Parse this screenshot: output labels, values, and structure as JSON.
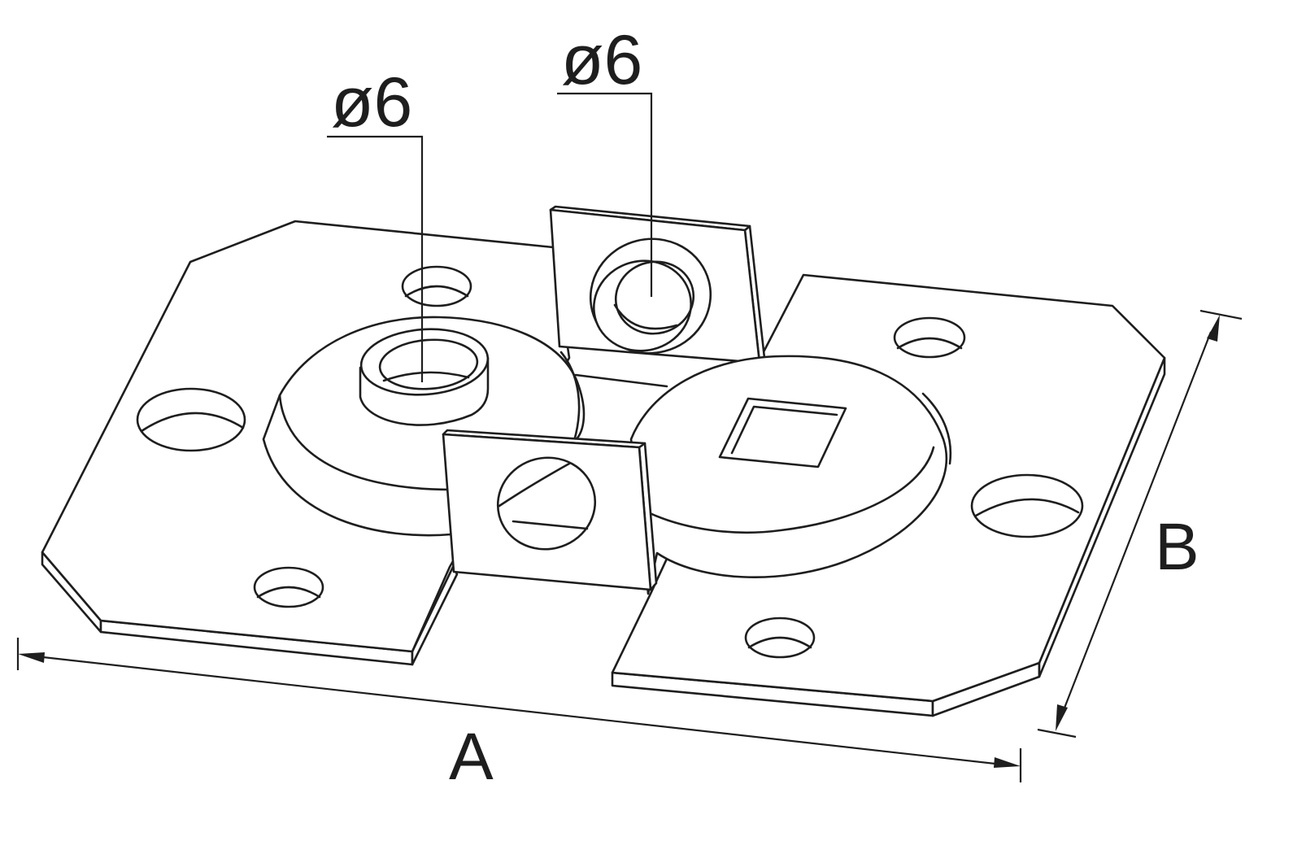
{
  "callouts": {
    "left_diameter": "ø6",
    "right_diameter": "ø6"
  },
  "dimensions": {
    "length_label": "A",
    "width_label": "B"
  },
  "colors": {
    "line": "#1e1e1e",
    "background": "#ffffff"
  }
}
